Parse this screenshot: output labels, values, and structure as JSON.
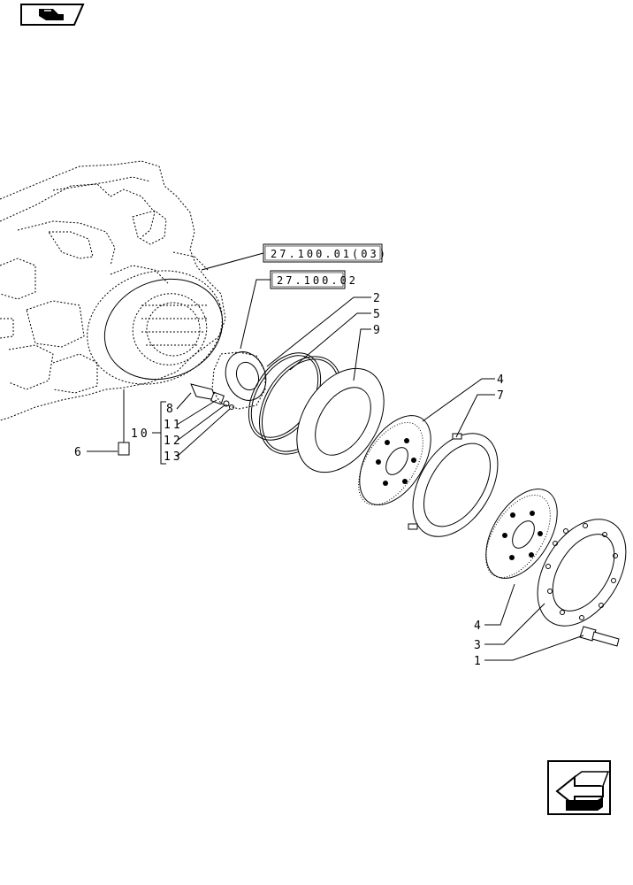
{
  "references": {
    "ref_a": "27.100.01(03)",
    "ref_b": "27.100.02"
  },
  "callouts": {
    "c1": "1",
    "c2": "2",
    "c3": "3",
    "c4_top": "4",
    "c4_bottom": "4",
    "c5": "5",
    "c6": "6",
    "c7": "7",
    "c8": "8",
    "c9": "9",
    "c10": "10",
    "c11": "11",
    "c12": "12",
    "c13": "13"
  },
  "icons": {
    "top_nav": "book-page-icon",
    "bottom_nav": "return-arrow-icon"
  }
}
